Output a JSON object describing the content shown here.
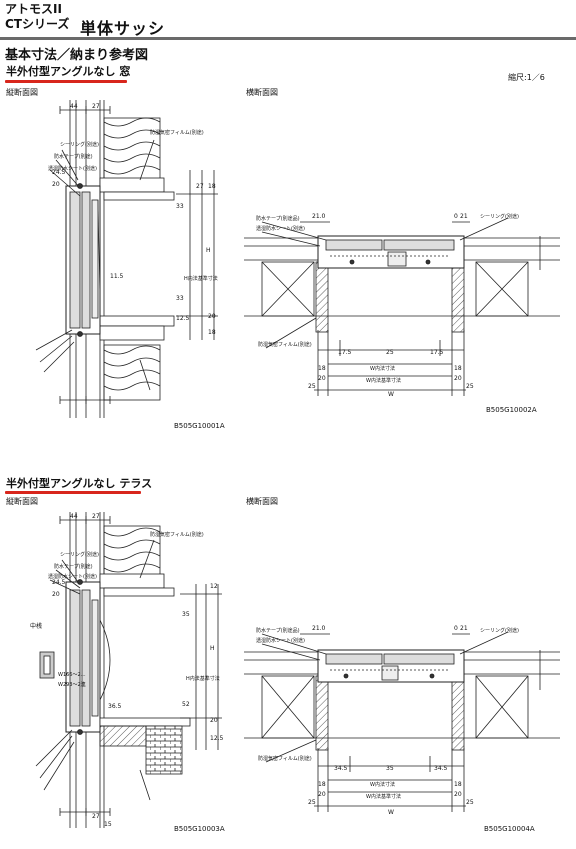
{
  "header": {
    "product_line": "アトモスII",
    "series": "CTシリーズ",
    "title": "単体サッシ"
  },
  "section_title": "基本寸法／納まり参考図",
  "scale": "縮尺:1／6",
  "colors": {
    "accent_underline": "#d8261c",
    "header_rule": "#6a6a6a"
  },
  "sections": [
    {
      "title": "半外付型アングルなし 窓",
      "vertical": {
        "label": "縦断面図",
        "code": "B505G10001A",
        "dims": [
          "44",
          "27",
          "20",
          "24.5",
          "18",
          "27",
          "33",
          "H",
          "H内法基準寸法",
          "11.5",
          "33",
          "12.5",
          "20",
          "18"
        ],
        "notes": [
          "シーリング(別途)",
          "防水テープ(別途)",
          "透湿防水シート(別途)",
          "防湿気密フィルム(別途)"
        ]
      },
      "horizontal": {
        "label": "横断面図",
        "code": "B505G10002A",
        "dims": [
          "21.0",
          "0",
          "21",
          "17.5",
          "25",
          "17.5",
          "W内法寸法",
          "W内法基準寸法",
          "W",
          "25",
          "20",
          "18",
          "18",
          "20",
          "25"
        ],
        "notes": [
          "防水テープ(別途品)",
          "透湿防水シート(別途)",
          "シーリング(別途)",
          "防湿気密フィルム(別途)"
        ]
      }
    },
    {
      "title": "半外付型アングルなし テラス",
      "vertical": {
        "label": "縦断面図",
        "code": "B505G10003A",
        "dims": [
          "44",
          "27",
          "20",
          "24.5",
          "12",
          "35",
          "H",
          "H内法基準寸法",
          "36.5",
          "52",
          "20",
          "27",
          "15",
          "12.5"
        ],
        "notes": [
          "シーリング(別途)",
          "防水テープ(別途)",
          "透湿防水シート(別途)",
          "防湿気密フィルム(別途)",
          "中桟",
          "W166〜2…",
          "W293〜2連"
        ]
      },
      "horizontal": {
        "label": "横断面図",
        "code": "B505G10004A",
        "dims": [
          "21.0",
          "0",
          "21",
          "34.5",
          "35",
          "34.5",
          "W内法寸法",
          "W内法基準寸法",
          "W",
          "25",
          "20",
          "18",
          "18",
          "20",
          "25"
        ],
        "notes": [
          "防水テープ(別途品)",
          "透湿防水シート(別途)",
          "シーリング(別途)",
          "防湿気密フィルム(別途)"
        ]
      }
    }
  ]
}
